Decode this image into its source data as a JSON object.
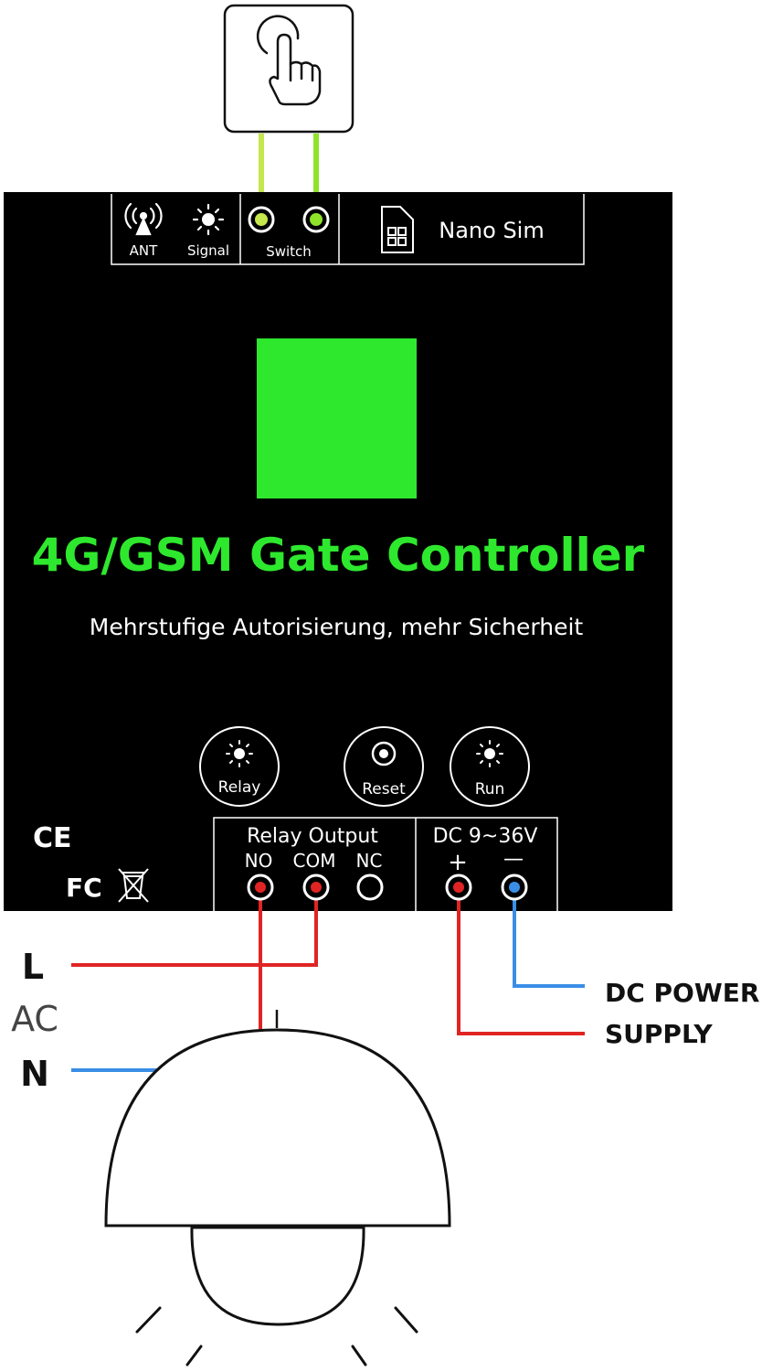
{
  "header": {
    "labels": {
      "ant": "ANT",
      "signal": "Signal",
      "switch": "Switch",
      "sim": "Nano Sim"
    }
  },
  "device": {
    "title": "4G/GSM Gate Controller",
    "subtitle": "Mehrstufige Autorisierung, mehr Sicherheit",
    "indicators": {
      "relay": "Relay",
      "reset": "Reset",
      "run": "Run"
    },
    "relay_output": {
      "title": "Relay Output",
      "no": "NO",
      "com": "COM",
      "nc": "NC"
    },
    "dc_input": {
      "title": "DC 9~36V",
      "plus": "+",
      "minus": "—"
    },
    "certifications": {
      "ce": "CE",
      "fc": "FC"
    }
  },
  "ac": {
    "l": "L",
    "ac": "AC",
    "n": "N"
  },
  "power": {
    "line1": "DC POWER",
    "line2": "SUPPLY"
  },
  "colors": {
    "device_body": "#000000",
    "accent_green": "#2ee82e",
    "wire_switch": "#a9e22b",
    "wire_live": "#e02424",
    "wire_neutral": "#3a8ee6"
  }
}
